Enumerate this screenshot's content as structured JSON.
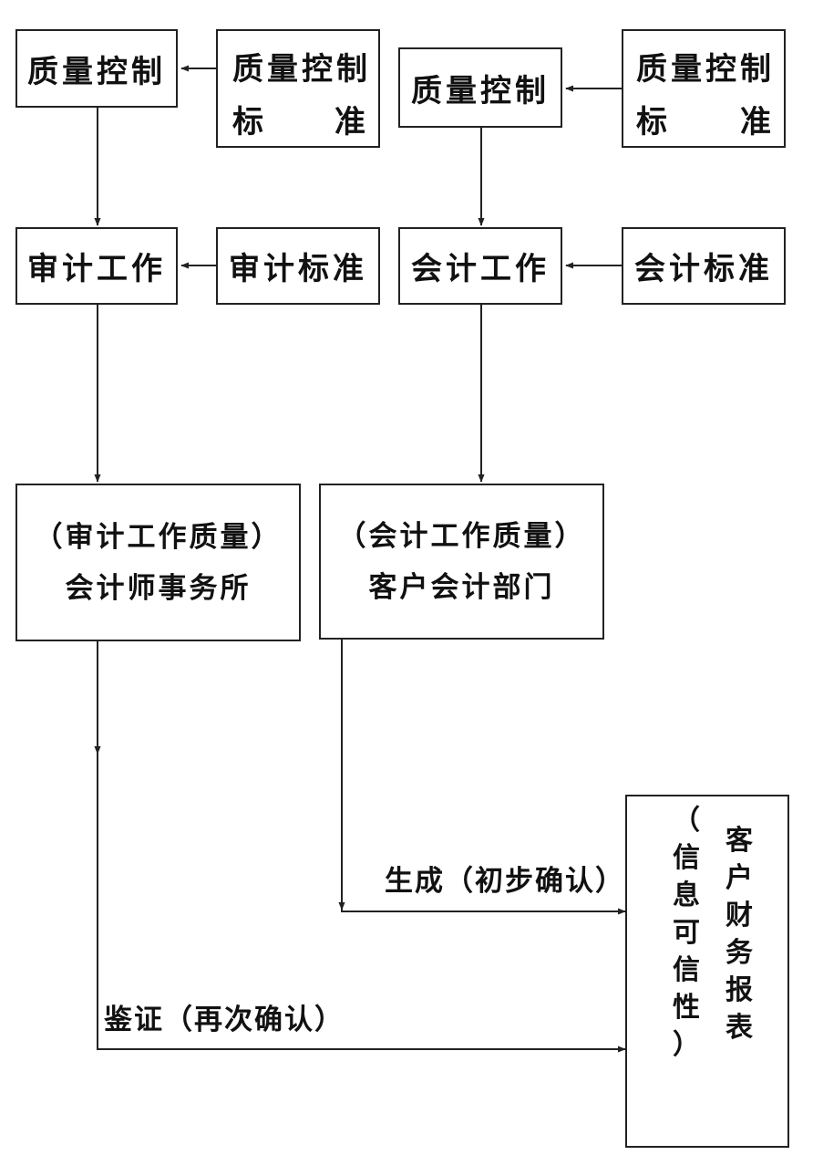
{
  "boxes": {
    "qc_left": "质量控制",
    "qcs_left": {
      "line1": "质量控制",
      "line2_left": "标",
      "line2_right": "准"
    },
    "qc_right": "质量控制",
    "qcs_right": {
      "line1": "质量控制",
      "line2_left": "标",
      "line2_right": "准"
    },
    "audit_work": "审计工作",
    "audit_std": "审计标准",
    "acct_work": "会计工作",
    "acct_std": "会计标准",
    "cpa_firm": {
      "line1": "（审计工作质量）",
      "line2": "会计师事务所"
    },
    "client_dept": {
      "line1": "（会计工作质量）",
      "line2": "客户会计部门"
    },
    "report": {
      "col_left": [
        "（",
        "信",
        "息",
        "可",
        "信",
        "性",
        "）"
      ],
      "col_right": [
        "客",
        "户",
        "财",
        "务",
        "报",
        "表"
      ]
    }
  },
  "labels": {
    "generate": "生成（初步确认）",
    "verify": "鉴证（再次确认）"
  }
}
